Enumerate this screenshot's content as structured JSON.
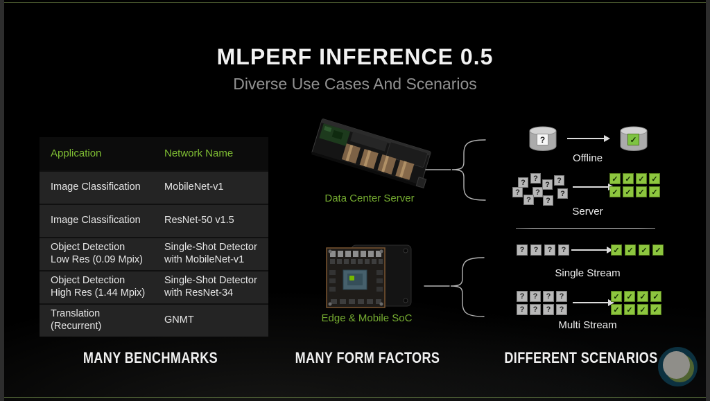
{
  "title": "MLPERF INFERENCE 0.5",
  "subtitle": "Diverse Use Cases And Scenarios",
  "benchmarks": {
    "section_label": "MANY BENCHMARKS",
    "table": {
      "col_application": "Application",
      "col_network": "Network Name",
      "rows": [
        {
          "application": "Image Classification",
          "network": "MobileNet-v1"
        },
        {
          "application": "Image Classification",
          "network": "ResNet-50 v1.5"
        },
        {
          "application": "Object Detection\nLow Res (0.09 Mpix)",
          "network": "Single-Shot Detector\nwith MobileNet-v1"
        },
        {
          "application": "Object Detection\nHigh Res (1.44 Mpix)",
          "network": "Single-Shot Detector\nwith ResNet-34"
        },
        {
          "application": "Translation\n(Recurrent)",
          "network": "GNMT"
        }
      ]
    }
  },
  "form_factors": {
    "section_label": "MANY FORM FACTORS",
    "items": [
      {
        "label": "Data Center Server"
      },
      {
        "label": "Edge & Mobile SoC"
      }
    ]
  },
  "scenarios": {
    "section_label": "DIFFERENT SCENARIOS",
    "labels": {
      "offline": "Offline",
      "server": "Server",
      "single_stream": "Single Stream",
      "multi_stream": "Multi Stream"
    }
  },
  "symbols": {
    "question": "?",
    "check": "✓"
  },
  "colors": {
    "nvidia_green": "#76b900",
    "check_box_green": "#8dc63f",
    "query_box_gray": "#b8b8b8",
    "slide_background": "#000000"
  }
}
